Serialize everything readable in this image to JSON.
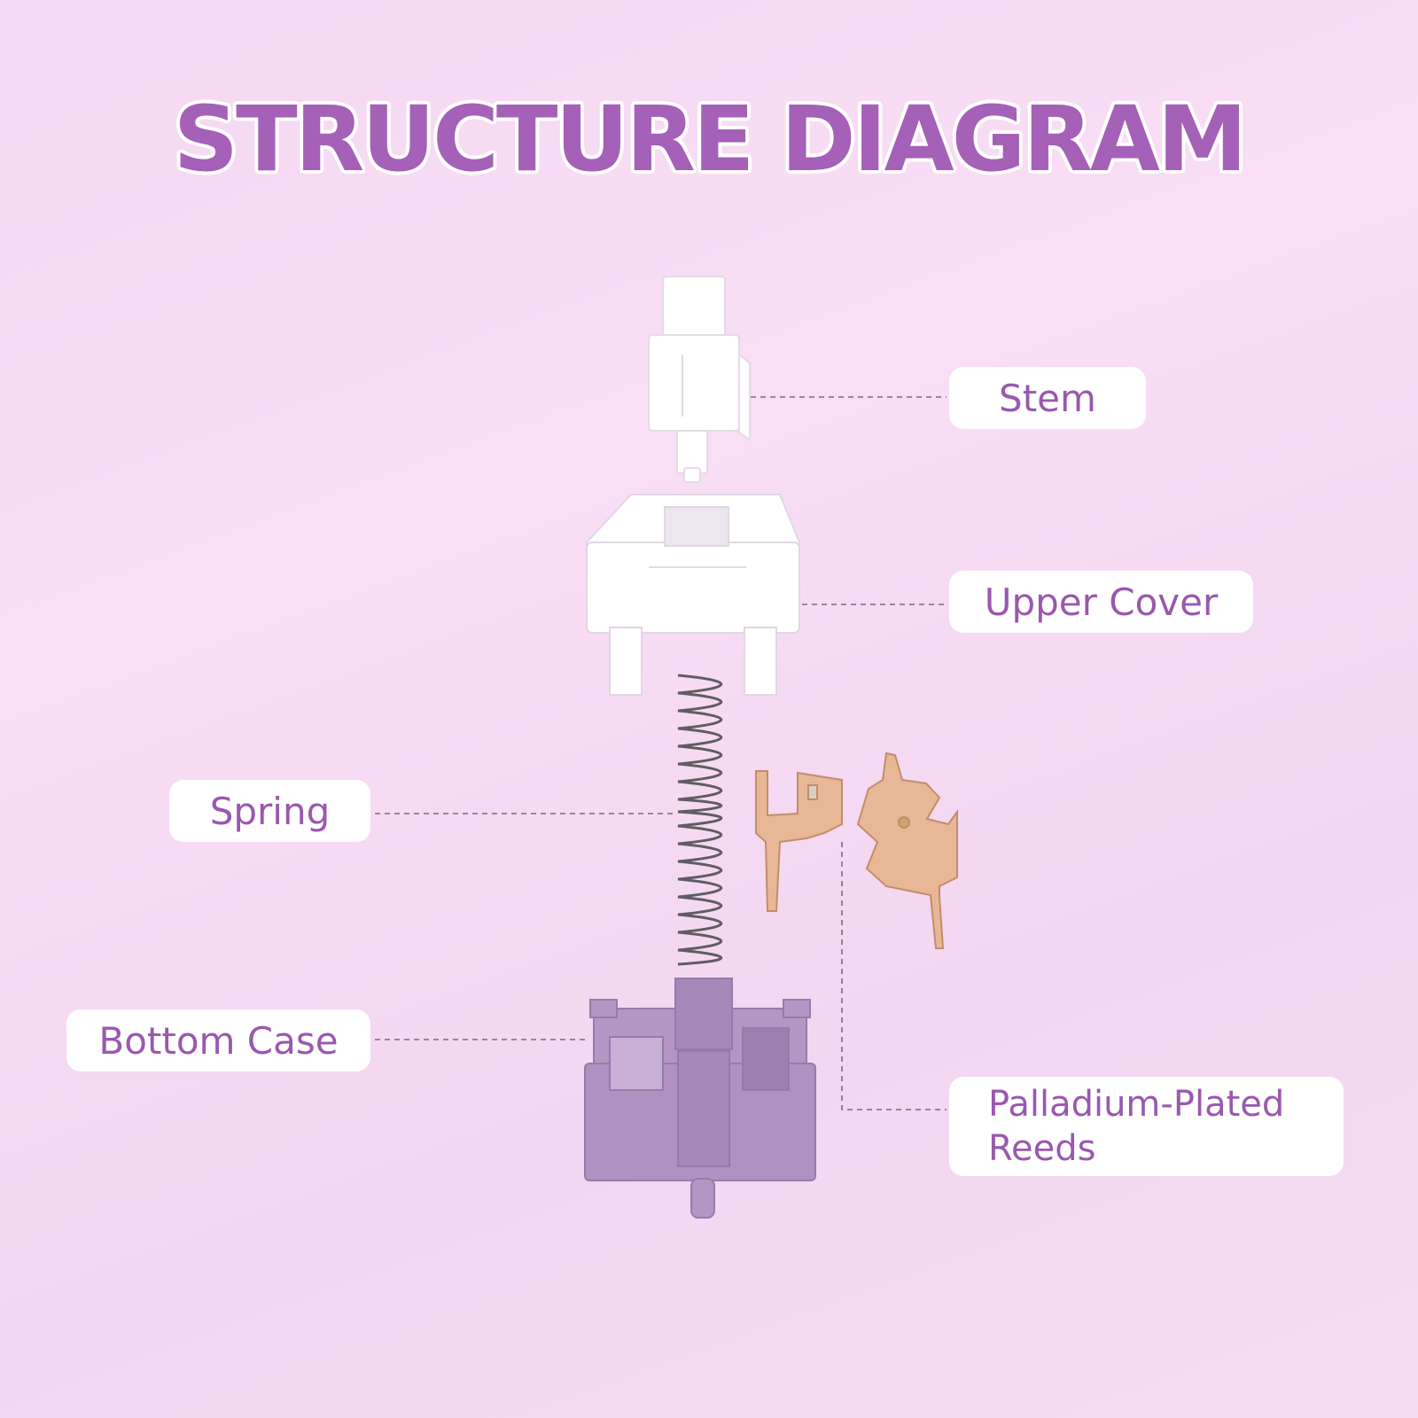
{
  "title": "STRUCTURE DIAGRAM",
  "labels": {
    "stem": "Stem",
    "upper_cover": "Upper Cover",
    "spring": "Spring",
    "bottom_case": "Bottom Case",
    "reeds_line1": "Palladium-Plated",
    "reeds_line2": "Reeds"
  },
  "colors": {
    "title": "#a560b8",
    "label_text": "#9a58ae",
    "bottom_case": "#b595c4",
    "reeds": "#e8b896",
    "stem": "#ffffff"
  }
}
